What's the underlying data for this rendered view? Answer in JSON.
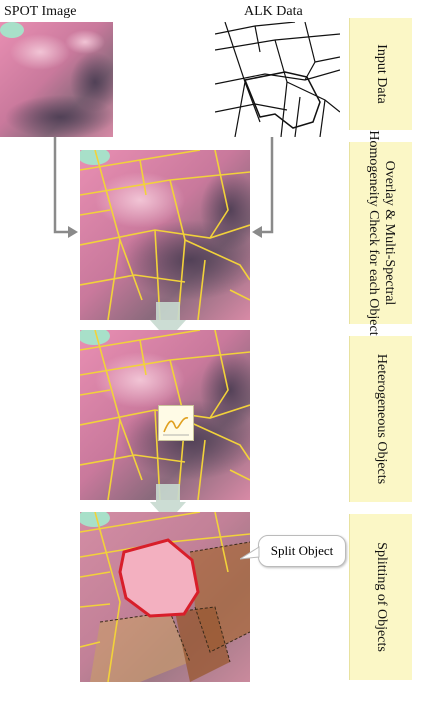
{
  "labels": {
    "spot": "SPOT Image",
    "alk": "ALK Data",
    "split": "Split Object"
  },
  "steps": [
    {
      "label": "Input Data"
    },
    {
      "label": "Overlay & Multi-Spectral Homogeneity Check for each Object"
    },
    {
      "label": "Heterogeneous Objects"
    },
    {
      "label": "Splitting of Objects"
    }
  ],
  "colors": {
    "panel": "#fbf7c6",
    "boundary": "#f2d23a",
    "split_outline": "#d81e2a",
    "arrow": "#8a8a8a",
    "down_arrow": "#c7d9cf"
  },
  "icons": {
    "spectral": "spectral-curve-icon"
  }
}
